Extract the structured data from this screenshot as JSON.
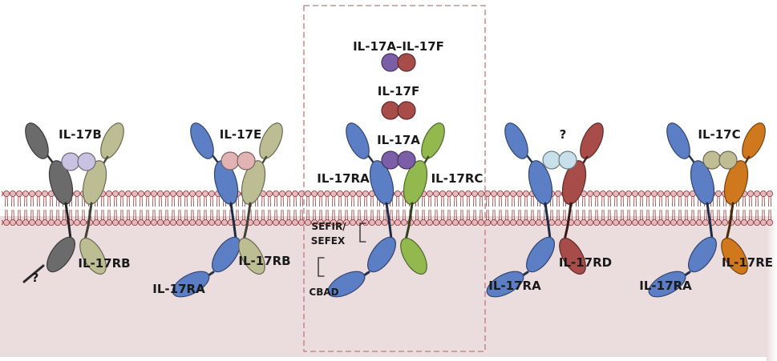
{
  "figure": {
    "title": "IL-17 family cytokines and receptors",
    "colors": {
      "cytoplasm": "#ebdcdd",
      "membrane_head": "#e6b8bb",
      "membrane_stroke": "#8a3a3e",
      "highlight_box": "#c0787a",
      "IL-17RA": "#5b7ec4",
      "IL-17RB": "#bdbd94",
      "IL-17RC": "#92b84e",
      "IL-17RD": "#a84c4a",
      "IL-17RE": "#d0781e",
      "unknown_receptor": "#6b6b6b",
      "IL-17A": "#7b5ea7",
      "IL-17F": "#a84c4a",
      "IL-17B": "#c9c2e0",
      "IL-17E": "#e2b3b3",
      "IL-17C": "#c0bd95",
      "unknown_ligand": "#c7e0ea"
    }
  },
  "complexes": [
    {
      "ligand": "IL-17B",
      "receptor_left": "?",
      "receptor_right": "IL-17RB"
    },
    {
      "ligand": "IL-17E",
      "receptor_left": "IL-17RA",
      "receptor_right": "IL-17RB"
    },
    {
      "ligand_heterodimer": "IL-17A–IL-17F",
      "ligand_homodimer_f": "IL-17F",
      "ligand": "IL-17A",
      "receptor_left": "IL-17RA",
      "receptor_right": "IL-17RC",
      "domain_sefir": "SEFIR/",
      "domain_sefex": "SEFEX",
      "domain_cbad": "CBAD"
    },
    {
      "ligand": "?",
      "receptor_left": "IL-17RA",
      "receptor_right": "IL-17RD"
    },
    {
      "ligand": "IL-17C",
      "receptor_left": "IL-17RA",
      "receptor_right": "IL-17RE"
    }
  ]
}
